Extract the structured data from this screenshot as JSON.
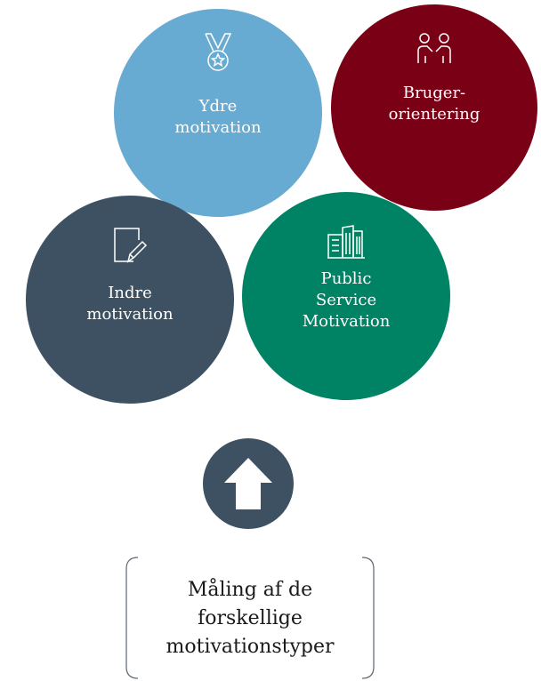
{
  "circles": {
    "ydre": {
      "label": "Ydre\nmotivation",
      "color": "#67aad2",
      "icon": "medal-icon"
    },
    "bruger": {
      "label": "Bruger-\norientering",
      "color": "#7a0016",
      "icon": "people-icon"
    },
    "indre": {
      "label": "Indre\nmotivation",
      "color": "#3d5163",
      "icon": "note-pencil-icon"
    },
    "psm": {
      "label": "Public\nService\nMotivation",
      "color": "#008264",
      "icon": "buildings-icon"
    }
  },
  "arrow": {
    "icon": "arrow-up-icon",
    "color": "#3d5163"
  },
  "bottom_box": {
    "text": "Måling af de\nforskellige\nmotivationstyper"
  }
}
